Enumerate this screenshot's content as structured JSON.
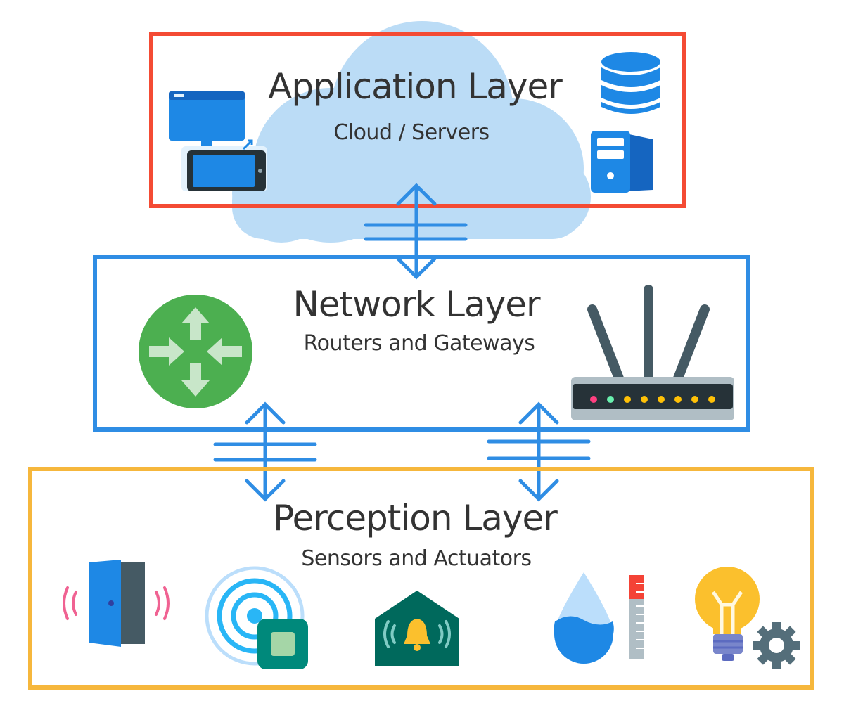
{
  "layers": {
    "application": {
      "title": "Application Layer",
      "subtitle": "Cloud / Servers",
      "border_color": "#f44b34",
      "icons": [
        "desktop-tablet-icon",
        "database-icon",
        "server-tower-icon",
        "cloud-icon"
      ]
    },
    "network": {
      "title": "Network Layer",
      "subtitle": "Routers and Gateways",
      "border_color": "#2f8de4",
      "icons": [
        "router-arrows-icon",
        "wifi-router-icon"
      ]
    },
    "perception": {
      "title": "Perception Layer",
      "subtitle": "Sensors and Actuators",
      "border_color": "#f6b73c",
      "icons": [
        "door-sensor-icon",
        "wireless-chip-sensor-icon",
        "alarm-bell-icon",
        "water-level-icon",
        "smart-bulb-icon"
      ]
    }
  },
  "colors": {
    "connector": "#2f8de4",
    "cloud": "#bbdcf6",
    "icon_blue": "#1e88e5",
    "router_green": "#4caf50",
    "device_teal": "#00796b"
  }
}
